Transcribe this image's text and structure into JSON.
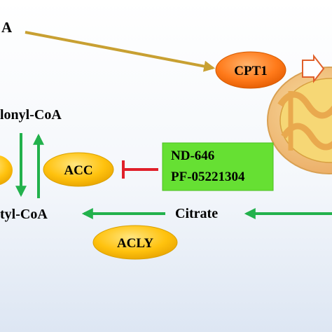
{
  "nodes": {
    "cpt1": "CPT1",
    "acc": "ACC",
    "acly": "ACLY",
    "malonyl_coa": "lonyl-CoA",
    "acetyl_coa": "tyl-CoA",
    "citrate": "Citrate",
    "left_fragment_top": "A"
  },
  "inhibitors": {
    "line1": "ND-646",
    "line2": "PF-05221304"
  },
  "colors": {
    "ellipse_orange": "#ff7a1a",
    "ellipse_yellow": "#ffc20e",
    "arrow_green": "#22b14c",
    "arrow_gold": "#c8a032",
    "inhibit_red": "#e0202a",
    "inhibitor_box_green": "#66e033",
    "mitochondrion_outer": "#f3bf86",
    "mitochondrion_inner": "#f5dc6a"
  }
}
